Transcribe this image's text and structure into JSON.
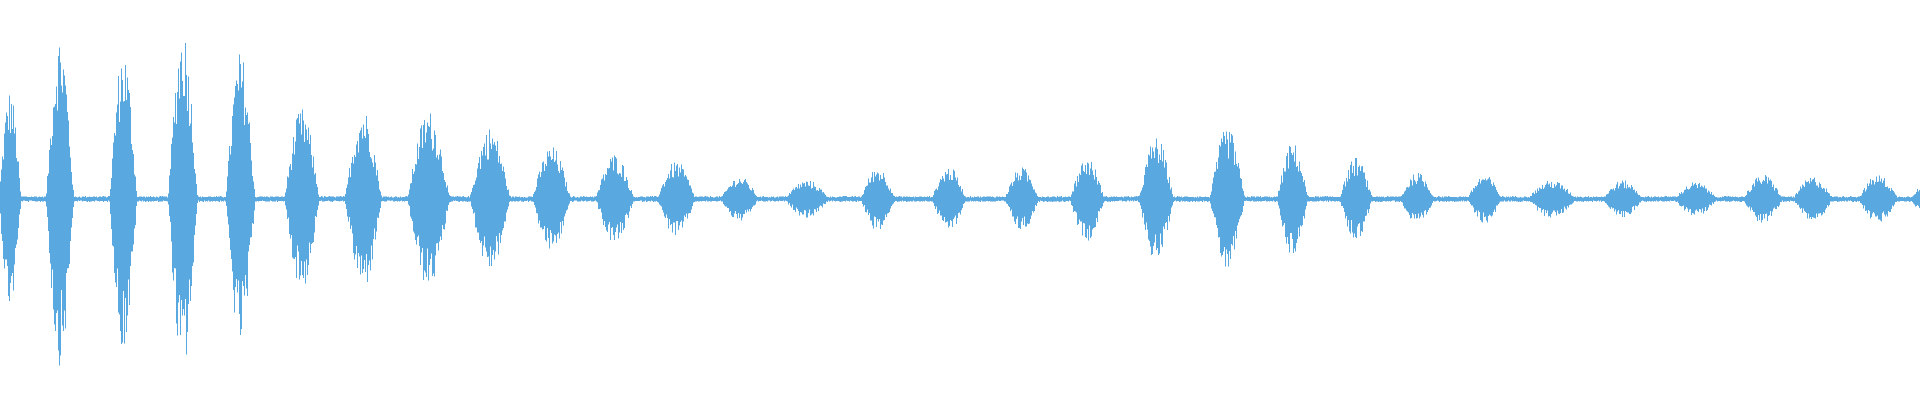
{
  "waveform": {
    "color": "#5aa8e0",
    "bursts": [
      {
        "center": 0.005,
        "width": 0.012,
        "amp": 0.58
      },
      {
        "center": 0.031,
        "width": 0.015,
        "amp": 0.88
      },
      {
        "center": 0.064,
        "width": 0.015,
        "amp": 0.8
      },
      {
        "center": 0.095,
        "width": 0.016,
        "amp": 0.92
      },
      {
        "center": 0.125,
        "width": 0.016,
        "amp": 0.78
      },
      {
        "center": 0.157,
        "width": 0.019,
        "amp": 0.48
      },
      {
        "center": 0.189,
        "width": 0.02,
        "amp": 0.48
      },
      {
        "center": 0.223,
        "width": 0.023,
        "amp": 0.47
      },
      {
        "center": 0.255,
        "width": 0.022,
        "amp": 0.38
      },
      {
        "center": 0.287,
        "width": 0.021,
        "amp": 0.28
      },
      {
        "center": 0.32,
        "width": 0.021,
        "amp": 0.24
      },
      {
        "center": 0.352,
        "width": 0.021,
        "amp": 0.2
      },
      {
        "center": 0.385,
        "width": 0.021,
        "amp": 0.12
      },
      {
        "center": 0.42,
        "width": 0.025,
        "amp": 0.1
      },
      {
        "center": 0.457,
        "width": 0.019,
        "amp": 0.17
      },
      {
        "center": 0.494,
        "width": 0.019,
        "amp": 0.17
      },
      {
        "center": 0.532,
        "width": 0.019,
        "amp": 0.17
      },
      {
        "center": 0.566,
        "width": 0.019,
        "amp": 0.22
      },
      {
        "center": 0.602,
        "width": 0.019,
        "amp": 0.33
      },
      {
        "center": 0.639,
        "width": 0.019,
        "amp": 0.38
      },
      {
        "center": 0.673,
        "width": 0.017,
        "amp": 0.3
      },
      {
        "center": 0.706,
        "width": 0.018,
        "amp": 0.22
      },
      {
        "center": 0.738,
        "width": 0.019,
        "amp": 0.14
      },
      {
        "center": 0.773,
        "width": 0.019,
        "amp": 0.13
      },
      {
        "center": 0.808,
        "width": 0.027,
        "amp": 0.1
      },
      {
        "center": 0.845,
        "width": 0.022,
        "amp": 0.1
      },
      {
        "center": 0.883,
        "width": 0.024,
        "amp": 0.09
      },
      {
        "center": 0.918,
        "width": 0.022,
        "amp": 0.13
      },
      {
        "center": 0.944,
        "width": 0.022,
        "amp": 0.12
      },
      {
        "center": 0.978,
        "width": 0.022,
        "amp": 0.13
      },
      {
        "center": 1.0,
        "width": 0.012,
        "amp": 0.06
      }
    ],
    "noise_floor": 0.015
  }
}
